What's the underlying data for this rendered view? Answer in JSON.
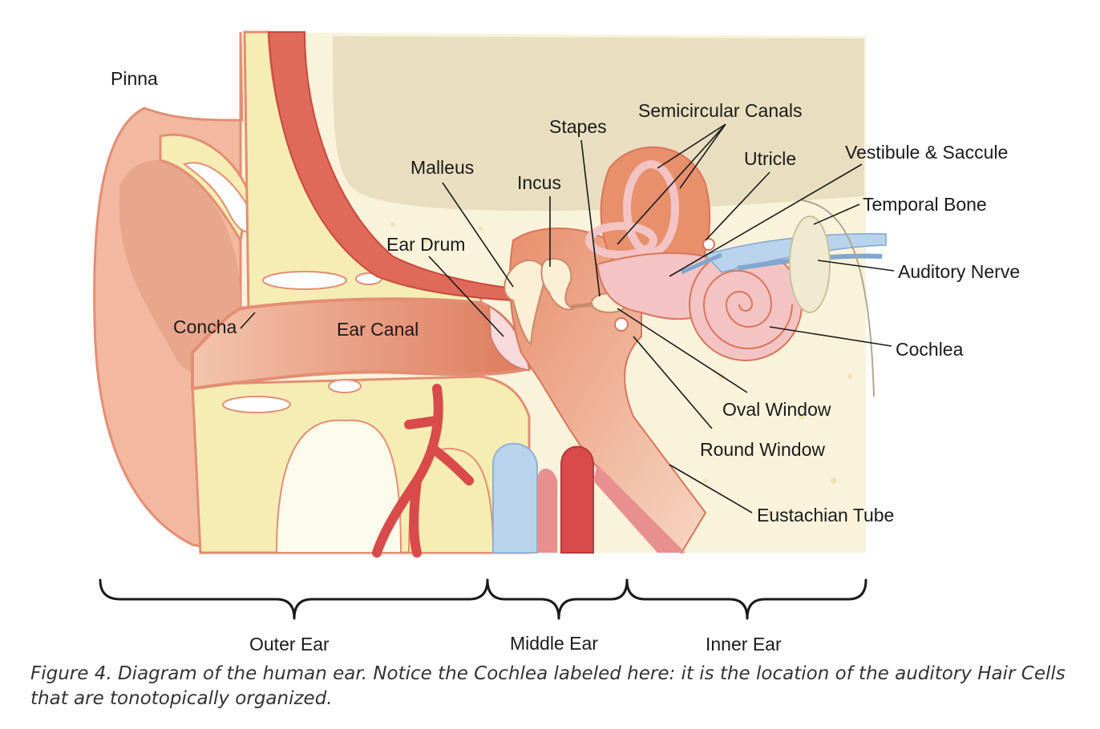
{
  "labels": {
    "pinna": "Pinna",
    "concha": "Concha",
    "ear_canal": "Ear Canal",
    "ear_drum": "Ear Drum",
    "malleus": "Malleus",
    "incus": "Incus",
    "stapes": "Stapes",
    "semicircular_canals": "Semicircular Canals",
    "utricle": "Utricle",
    "vestibule_saccule": "Vestibule & Saccule",
    "temporal_bone": "Temporal Bone",
    "auditory_nerve": "Auditory Nerve",
    "cochlea": "Cochlea",
    "oval_window": "Oval Window",
    "round_window": "Round Window",
    "eustachian_tube": "Eustachian Tube"
  },
  "sections": {
    "outer_ear": "Outer Ear",
    "middle_ear": "Middle Ear",
    "inner_ear": "Inner Ear"
  },
  "caption": "Figure 4. Diagram of the human ear. Notice the Cochlea labeled here: it is the location of the auditory Hair Cells that are tonotopically organized.",
  "colors": {
    "skin": "#f2b9a0",
    "skin_dark": "#e09a80",
    "cartilage": "#f3efb0",
    "bone_bg": "#e9dfc0",
    "cream": "#faf3dc",
    "muscle": "#e06a5a",
    "middle_ear": "#e88f6c",
    "inner_ear": "#f4c4c4",
    "vein": "#b9d3ec",
    "artery": "#d94a4a"
  }
}
